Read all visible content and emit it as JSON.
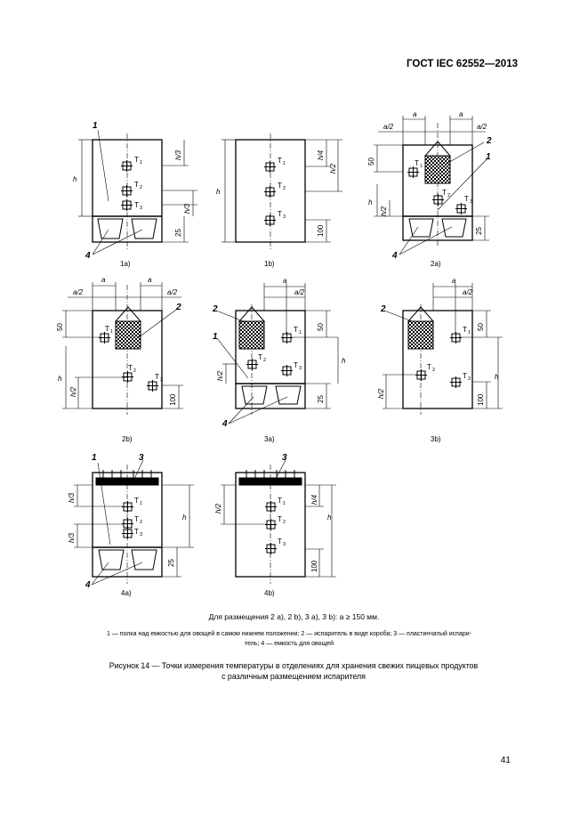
{
  "header": {
    "standard": "ГОСТ IEC 62552—2013"
  },
  "labels": {
    "T1": "T",
    "T2": "T",
    "T3": "T",
    "s1": "1",
    "s2": "2",
    "s3": "3",
    "h": "h",
    "h2": "h/2",
    "h3": "h/3",
    "h4": "h/4",
    "a": "a",
    "a2": "a/2",
    "d25": "25",
    "d50": "50",
    "d100": "100",
    "c1": "1",
    "c2": "2",
    "c3": "3",
    "c4": "4"
  },
  "panels": {
    "p1a": "1a)",
    "p1b": "1b)",
    "p2a": "2a)",
    "p2b": "2b)",
    "p3a": "3a)",
    "p3b": "3b)",
    "p4a": "4a)",
    "p4b": "4b)"
  },
  "note": "Для размещения 2 a), 2 b), 3 a), 3 b): a ≥ 150 мм.",
  "legend": {
    "line1": "1 — полка над емкостью для овощей в самом нижнем положении; 2 — испаритель в виде короба; 3 — пластинчатый испари-",
    "line2": "тель; 4 — емкость для овощей"
  },
  "caption": {
    "line1": "Рисунок 14 — Точки измерения температуры в отделениях для хранения свежих пищевых продуктов",
    "line2": "с различным размещением испарителя"
  },
  "page_number": "41"
}
